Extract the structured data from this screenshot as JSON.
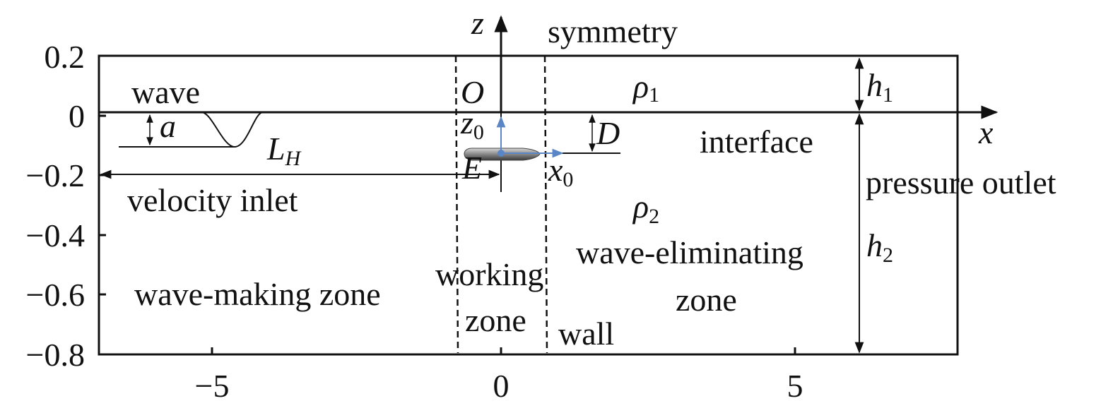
{
  "axes": {
    "x_label": "x",
    "z_label": "z",
    "x_ticks": [
      "−5",
      "0",
      "5"
    ],
    "y_ticks": [
      "0.2",
      "0",
      "−0.2",
      "−0.4",
      "−0.6",
      "−0.8"
    ]
  },
  "labels": {
    "symmetry": "symmetry",
    "wave": "wave",
    "origin": "O",
    "rho1": "ρ",
    "rho1_sub": "1",
    "h1": "h",
    "h1_sub": "1",
    "a": "a",
    "z0": "z",
    "z0_sub": "0",
    "D": "D",
    "interface": "interface",
    "LH": "L",
    "LH_sub": "H",
    "E": "E",
    "x0": "x",
    "x0_sub": "0",
    "velocity_inlet": "velocity inlet",
    "pressure_outlet": "pressure outlet",
    "rho2": "ρ",
    "rho2_sub": "2",
    "wave_eliminating_1": "wave-eliminating",
    "wave_eliminating_2": "zone",
    "working_1": "working",
    "working_2": "zone",
    "wave_making": "wave-making zone",
    "h2": "h",
    "h2_sub": "2",
    "wall": "wall"
  },
  "colors": {
    "frame": "#111111",
    "local_axes": "#5b86c5",
    "body": "#8a8a8a"
  }
}
